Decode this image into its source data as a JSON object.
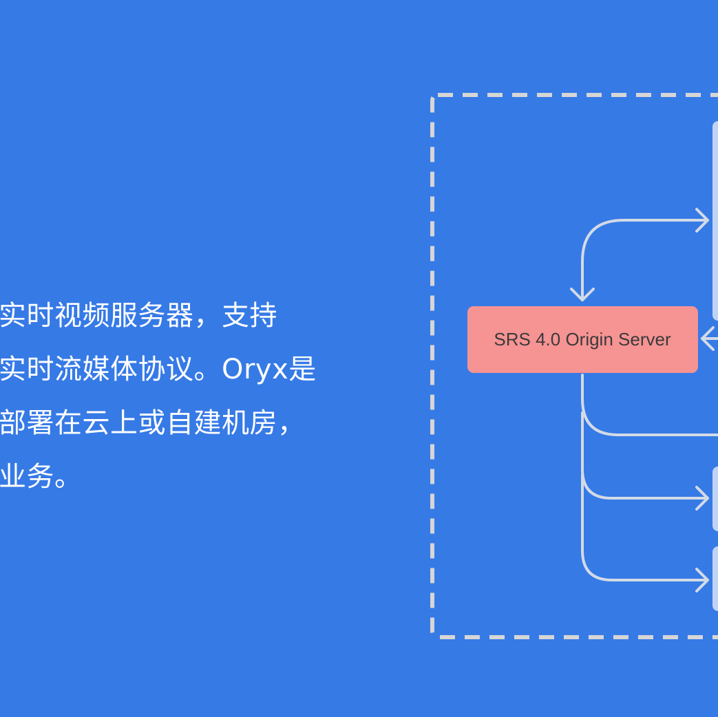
{
  "text_block": {
    "lines": [
      "实时视频服务器，支持",
      "实时流媒体协议。Oryx是",
      "部署在云上或自建机房，",
      "业务。"
    ]
  },
  "diagram": {
    "origin_server_label": "SRS 4.0 Origin Server"
  },
  "colors": {
    "background": "#367AE6",
    "server_box": "#F69393",
    "node_box": "#BFD3F6",
    "connector": "#D3DAE6",
    "dashed_border": "#D6D6D6"
  }
}
